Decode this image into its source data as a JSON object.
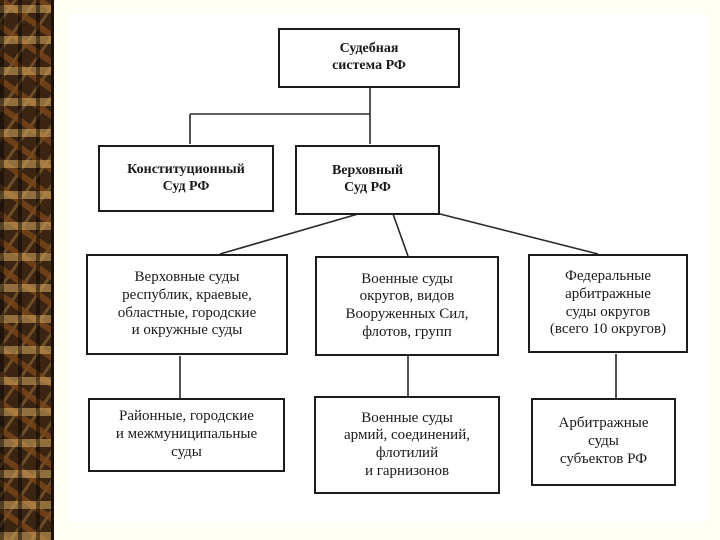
{
  "diagram": {
    "root": "Судебная\nсистема РФ",
    "constitutional_court": "Конституционный\nСуд РФ",
    "supreme_court": "Верховный\nСуд РФ",
    "regional_courts": "Верховные суды\nреспублик, краевые,\nобластные, городские\nи окружные суды",
    "district_courts": "Районные, городские\nи межмуниципальные\nсуды",
    "military_district_courts": "Военные суды\nокругов, видов\nВооруженных Сил,\nфлотов, групп",
    "military_army_courts": "Военные суды\nармий, соединений,\nфлотилий\nи гарнизонов",
    "federal_arbitration_courts": "Федеральные\nарбитражные\nсуды округов\n(всего 10 округов)",
    "subject_arbitration_courts": "Арбитражные\nсуды\nсубъектов РФ"
  },
  "colors": {
    "line": "#2a2a2a",
    "border_wood": "#3c2412",
    "background": "#fffef2"
  }
}
